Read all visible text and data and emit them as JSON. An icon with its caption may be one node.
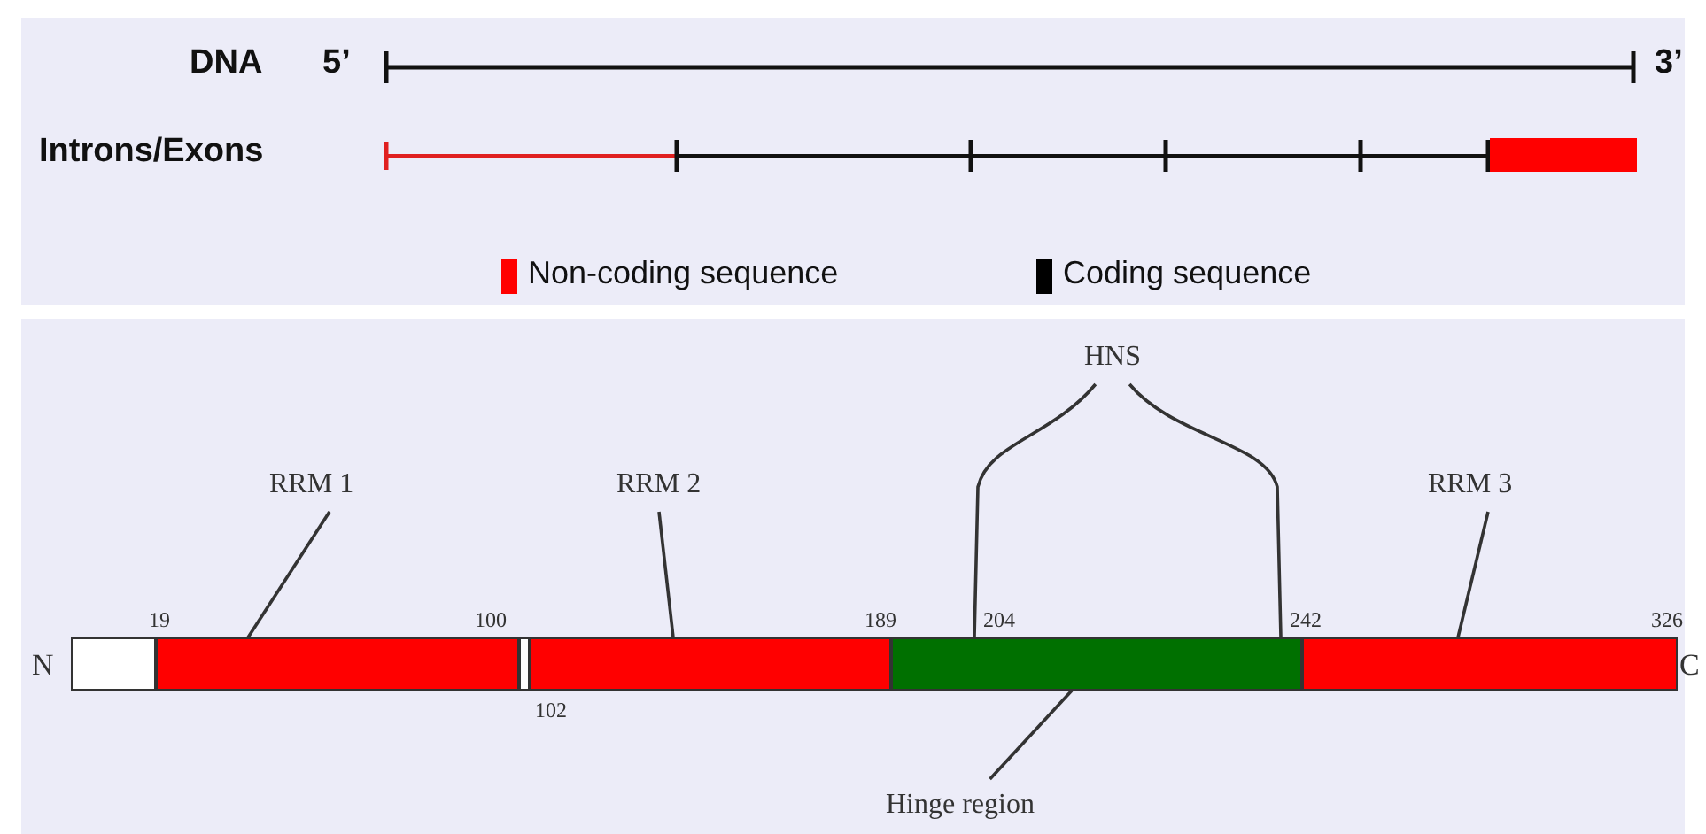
{
  "diagram": {
    "nodes": [
      {
        "text": [
          "RRM 1"
        ]
      },
      {
        "text": [
          "RRM 2"
        ]
      },
      {
        "text": [
          "HNS"
        ]
      },
      {
        "text": [
          "RRM 3"
        ]
      },
      {
        "text": [
          "Hinge region"
        ]
      },
      {
        "text": [],
        "shape": "box",
        "beside": [
          "N"
        ]
      },
      {
        "text": [],
        "shape": "bar"
      },
      {
        "text": [],
        "shape": "box"
      },
      {
        "text": [],
        "shape": "bar"
      },
      {
        "text": [],
        "shape": "bar"
      },
      {
        "text": [],
        "shape": "bar",
        "beside": [
          "326",
          "C"
        ]
      }
    ],
    "edges": [
      {
        "from": 0,
        "to": 6,
        "arrow": "none"
      },
      {
        "from": 1,
        "to": 8,
        "arrow": "none"
      },
      {
        "from": 2,
        "to": 9,
        "arrow": "none"
      },
      {
        "from": 2,
        "to": 9,
        "arrow": "none"
      },
      {
        "from": 3,
        "to": 10,
        "arrow": "none"
      },
      {
        "from": 4,
        "to": 9,
        "arrow": "none"
      }
    ],
    "labels": [
      "DNA",
      "5’",
      "3’",
      "Introns/Exons",
      "19",
      "100",
      "102",
      "189",
      "204",
      "242"
    ],
    "legend": [
      {
        "text": "Non-coding sequence",
        "color": "#ff0000"
      },
      {
        "text": "Coding sequence",
        "color": "#000000"
      }
    ]
  }
}
